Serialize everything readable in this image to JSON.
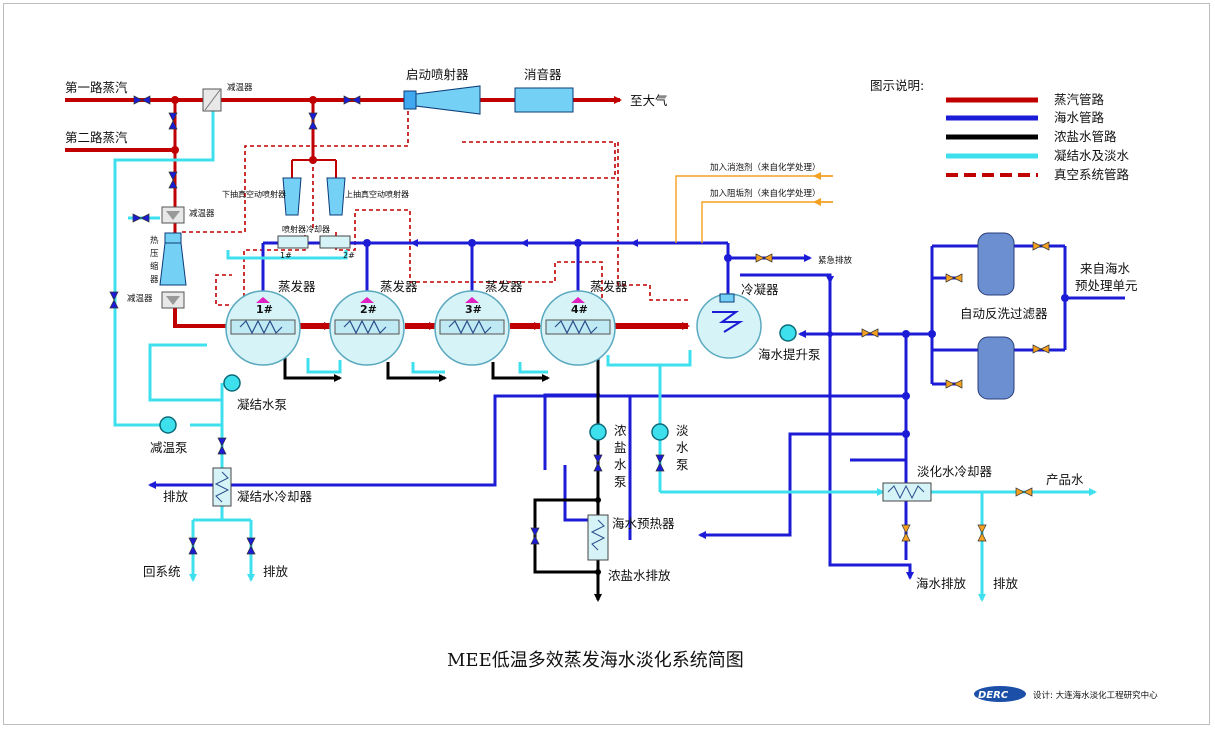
{
  "title": "MEE低温多效蒸发海水淡化系统简图",
  "credit": {
    "logo_text": "DERC",
    "designer": "设计: 大连海水淡化工程研究中心"
  },
  "legend": {
    "header": "图示说明:",
    "items": [
      {
        "label": "蒸汽管路",
        "color": "#c00000",
        "style": "solid"
      },
      {
        "label": "海水管路",
        "color": "#1c1cd6",
        "style": "solid"
      },
      {
        "label": "浓盐水管路",
        "color": "#000000",
        "style": "solid"
      },
      {
        "label": "凝结水及淡水",
        "color": "#3fe0ee",
        "style": "solid"
      },
      {
        "label": "真空系统管路",
        "color": "#c00000",
        "style": "dashed"
      }
    ]
  },
  "labels": {
    "steam_line_1": "第一路蒸汽",
    "steam_line_2": "第二路蒸汽",
    "desuperheater_top": "减温器",
    "desuperheater_mid": "减温器",
    "desuperheater_low": "减温器",
    "thermo_compressor": [
      "热",
      "压",
      "缩",
      "器"
    ],
    "startup_ejector": "启动喷射器",
    "silencer": "消音器",
    "to_atmosphere": "至大气",
    "lower_ejector": "下抽真空动喷射器",
    "upper_ejector": "上抽真空动喷射器",
    "ejector_cooler": "喷射器冷却器",
    "cooler_1": "1#",
    "cooler_2": "2#",
    "antifoam": "加入消泡剂（来自化学处理）",
    "antiscalant": "加入阻垢剂（来自化学处理）",
    "emergency_drain": "紧急排放",
    "seawater_source": [
      "来自海水",
      "预处理单元"
    ],
    "auto_filter": "自动反洗过滤器",
    "evaporator": "蒸发器",
    "effects": [
      "1#",
      "2#",
      "3#",
      "4#"
    ],
    "condenser": "冷凝器",
    "seawater_pump": "海水提升泵",
    "condensate_pump": "凝结水泵",
    "desuper_pump": "减温泵",
    "brine_pump": [
      "浓",
      "盐",
      "水",
      "泵"
    ],
    "fresh_pump": [
      "淡",
      "水",
      "泵"
    ],
    "drain_left": "排放",
    "condensate_cooler": "凝结水冷却器",
    "return_system": "回系统",
    "drain_bottom": "排放",
    "seawater_preheater": "海水预热器",
    "brine_discharge": "浓盐水排放",
    "fresh_cooler": "淡化水冷却器",
    "product_water": "产品水",
    "seawater_discharge": "海水排放",
    "drain_right": "排放"
  },
  "colors": {
    "steam": "#c00000",
    "seawater": "#1c1cd6",
    "brine": "#000000",
    "fresh": "#3fe0ee",
    "vessel_fill": "#d6f3f8",
    "valve_orange": "#f4a020"
  }
}
